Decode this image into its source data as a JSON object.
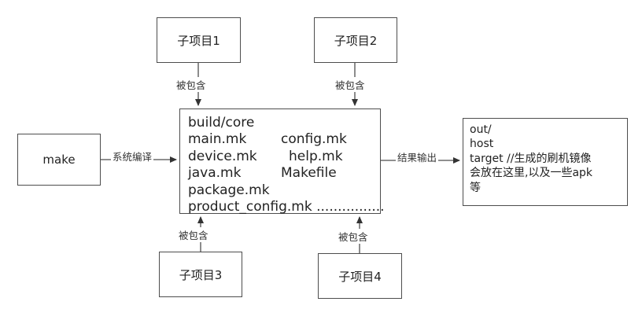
{
  "diagram": {
    "nodes": {
      "subproject1": {
        "label": "子项目1"
      },
      "subproject2": {
        "label": "子项目2"
      },
      "subproject3": {
        "label": "子项目3"
      },
      "subproject4": {
        "label": "子项目4"
      },
      "make": {
        "label": "make"
      },
      "core": {
        "lines": [
          {
            "left": "build/core",
            "right": ""
          },
          {
            "left": "main.mk",
            "right": "config.mk"
          },
          {
            "left": "device.mk",
            "right": "help.mk"
          },
          {
            "left": "java.mk",
            "right": "Makefile"
          },
          {
            "left": "package.mk",
            "right": ""
          },
          {
            "left": "product_config.mk ................",
            "right": ""
          }
        ]
      },
      "output": {
        "lines": [
          "out/",
          "host",
          "target //生成的刷机镜像",
          "会放在这里,以及一些apk",
          "等"
        ]
      }
    },
    "edge_labels": {
      "included": "被包含",
      "compile": "系统编译",
      "result": "结果输出"
    },
    "colors": {
      "line": "#4d4d4d",
      "arrowhead": "#333333"
    }
  }
}
